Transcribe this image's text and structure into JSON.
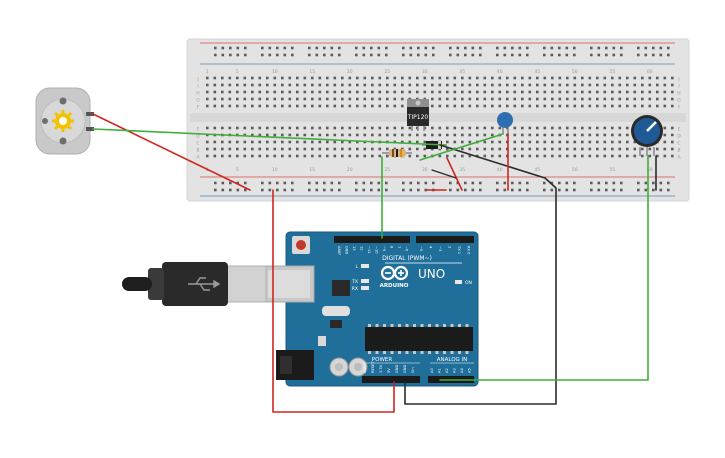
{
  "breadboard": {
    "column_numbers": [
      "1",
      "5",
      "10",
      "15",
      "20",
      "25",
      "30",
      "35",
      "40",
      "45",
      "50",
      "55",
      "60"
    ],
    "row_letters_top": [
      "J",
      "I",
      "H",
      "G",
      "F"
    ],
    "row_letters_bottom": [
      "E",
      "D",
      "C",
      "B",
      "A"
    ]
  },
  "transistor": {
    "label": "TIP120"
  },
  "arduino": {
    "brand": "ARDUINO",
    "model": "UNO",
    "digital_label": "DIGITAL (PWM~)",
    "analog_label": "ANALOG IN",
    "power_label": "POWER",
    "on_label": "ON",
    "led_labels": [
      "L",
      "TX",
      "RX"
    ],
    "digital_pins": [
      "AREF",
      "GND",
      "13",
      "12",
      "~11",
      "~10",
      "~9",
      "8",
      "7",
      "~6",
      "~5",
      "4",
      "~3",
      "2",
      "TX 1",
      "RX 0"
    ],
    "power_pins": [
      "IOREF",
      "RESET",
      "3.3V",
      "5V",
      "GND",
      "GND",
      "Vin"
    ],
    "analog_pins": [
      "A0",
      "A1",
      "A2",
      "A3",
      "A4",
      "A5"
    ]
  },
  "colors": {
    "wire_red": "#d0261f",
    "wire_green": "#3fae3a",
    "wire_black": "#2b2b2b",
    "board_teal": "#1f6f9a",
    "breadboard": "#e4e4e4",
    "pot_blue": "#1f5a96",
    "capacitor_blue": "#2f6fb0"
  },
  "icons": {
    "motor": "dc-motor-icon",
    "usb": "usb-plug-icon"
  }
}
